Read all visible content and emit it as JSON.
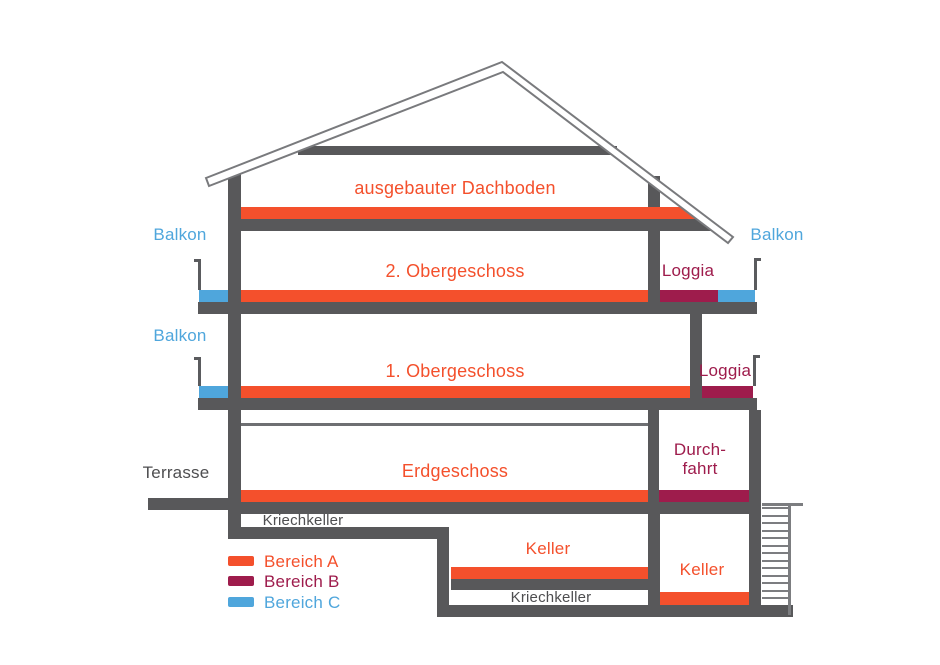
{
  "palette": {
    "bereich_a": "#F4502C",
    "bereich_b": "#9E1C4C",
    "bereich_c": "#4FA6DC",
    "wall_gray": "#58585A",
    "roof_line_gray": "#797A7D",
    "thin_line_gray": "#6E6F72",
    "railing_gray": "#5A5B5E",
    "stair_line_gray": "#7C7D80",
    "text_gray": "#4E4E50",
    "background": "#FFFFFF"
  },
  "floors": {
    "attic": {
      "label": "ausgebauter Dachboden"
    },
    "floor2": {
      "label": "2. Obergeschoss",
      "balcony_left": "Balkon",
      "balcony_right": "Balkon",
      "loggia": "Loggia"
    },
    "floor1": {
      "label": "1. Obergeschoss",
      "balcony_left": "Balkon",
      "loggia": "Loggia"
    },
    "ground": {
      "label": "Erdgeschoss",
      "terrace": "Terrasse",
      "passage_line1": "Durch-",
      "passage_line2": "fahrt",
      "crawl_label": "Kriechkeller"
    },
    "basement": {
      "label": "Keller",
      "crawl_label": "Kriechkeller",
      "right_label": "Keller"
    }
  },
  "legend": {
    "items": [
      {
        "label": "Bereich A",
        "color_key": "bereich_a"
      },
      {
        "label": "Bereich B",
        "color_key": "bereich_b"
      },
      {
        "label": "Bereich C",
        "color_key": "bereich_c"
      }
    ]
  }
}
